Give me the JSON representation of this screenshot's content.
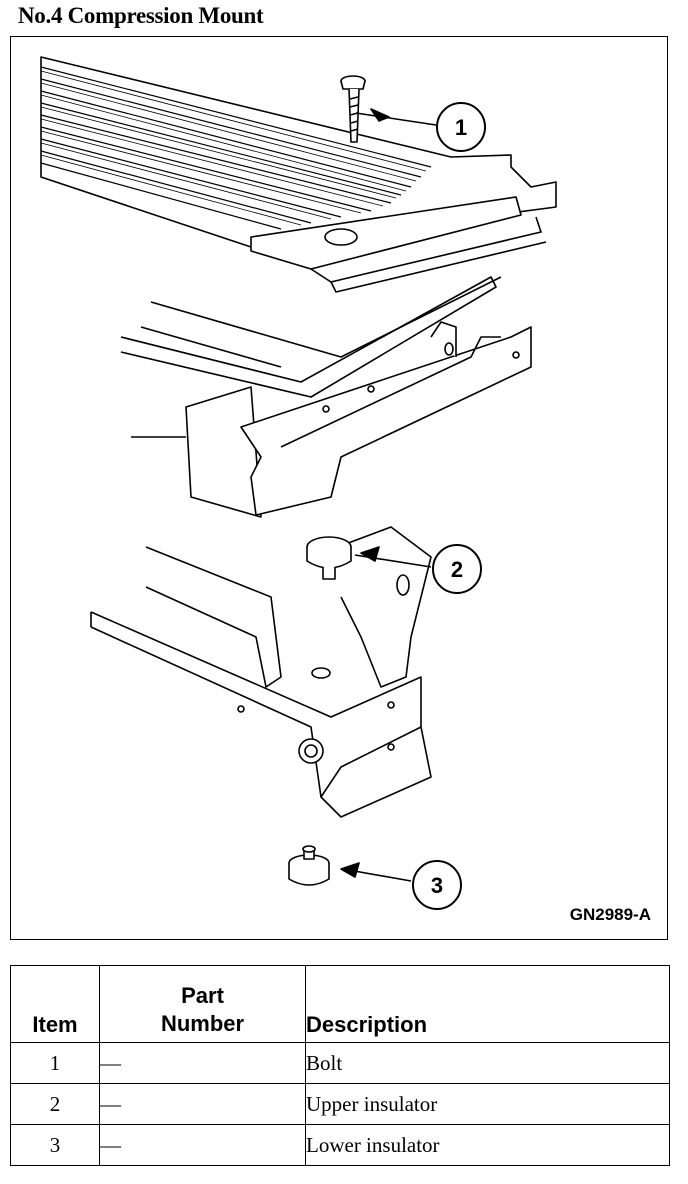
{
  "title": "No.4 Compression Mount",
  "figure": {
    "id": "GN2989-A",
    "callouts": [
      "1",
      "2",
      "3"
    ]
  },
  "table": {
    "headers": {
      "item": "Item",
      "part_number_line1": "Part",
      "part_number_line2": "Number",
      "description": "Description"
    },
    "rows": [
      {
        "item": "1",
        "part_number": "—",
        "description": "Bolt"
      },
      {
        "item": "2",
        "part_number": "—",
        "description": "Upper insulator"
      },
      {
        "item": "3",
        "part_number": "—",
        "description": "Lower insulator"
      }
    ]
  }
}
